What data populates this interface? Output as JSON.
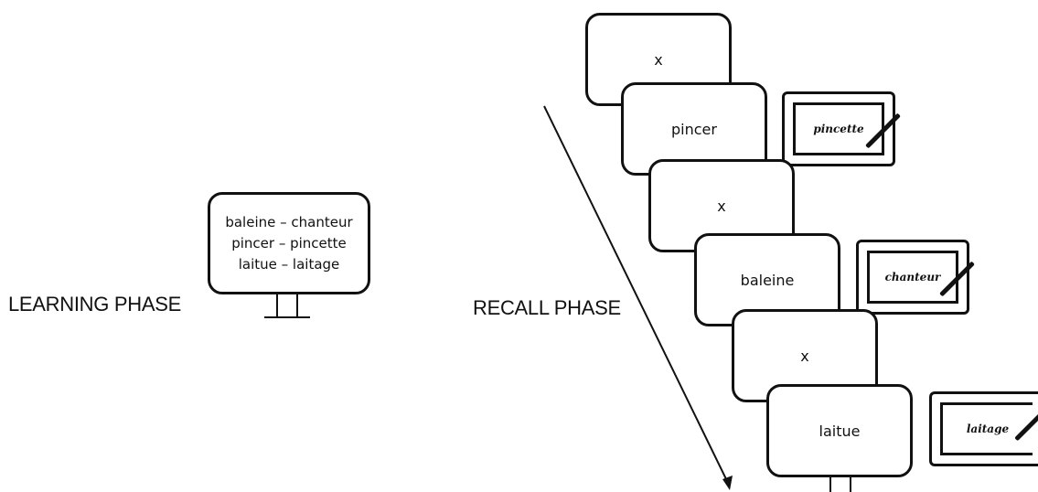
{
  "learning_phase": {
    "label": "LEARNING PHASE",
    "monitor_lines": [
      "baleine – chanteur",
      "pincer – pincette",
      "laitue – laitage"
    ]
  },
  "recall_phase": {
    "label": "RECALL PHASE",
    "screens": [
      "x",
      "pincer",
      "x",
      "baleine",
      "x",
      "laitue"
    ],
    "tablet_responses": [
      "pincette",
      "chanteur",
      "laitage"
    ]
  },
  "icons": [
    "monitor-icon",
    "tablet-icon",
    "pen-icon",
    "arrow-icon"
  ]
}
